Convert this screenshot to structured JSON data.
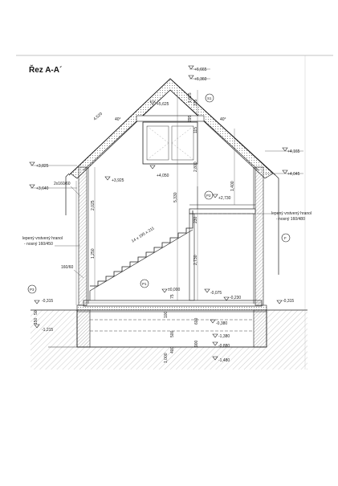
{
  "title": "Řez A-A´",
  "levels": {
    "ridge_top": "+6,665",
    "ridge": "+6,360",
    "collar": "+5,625",
    "eave_left_top": "+3,825",
    "eave_left_bottom": "+3,640",
    "eave_left_inner": "+3,925",
    "eave_right_top": "+4,165",
    "eave_right_bottom": "+4,045",
    "window_sill": "+4,050",
    "landing": "+2,730",
    "floor": "±0,000",
    "floor_right": "-0,075",
    "floor_right2": "-0,230",
    "terrain_left": "-0,315",
    "terrain_right": "-0,315",
    "foot_left": "-1,215",
    "foot_r1": "-0,380",
    "foot_r2": "-0,880",
    "foot_r3": "-1,380",
    "foot_r4": "-1,480"
  },
  "dimensions": {
    "rafter": "4,520",
    "roof_angle_left": "40°",
    "roof_angle_right": "40°",
    "d1625": "1,625",
    "d2025": "2,025",
    "d1250": "1,250",
    "d5330": "5,330",
    "d2800": "2,800",
    "d1400": "1,400",
    "d2730": "2,730",
    "d230": "230",
    "d115": "115",
    "d335": "335",
    "d295": "295",
    "d100": "100",
    "d500": "500",
    "d400": "400",
    "d600": "600",
    "d1000": "1,000",
    "d50": "50",
    "d150": "150",
    "d75": "75",
    "d900": "900"
  },
  "labels": {
    "stairs": "14 x 195 x 211",
    "beam_left_1": "lepený vrstvený hranol",
    "beam_left_2": "- nosný 160/450",
    "beam_right_1": "lepený vrstvený hranol",
    "beam_right_2": "- nosný 160/480",
    "post_left": "2x160/60",
    "post_small": "160/60",
    "tag_s1": "S1",
    "tag_p1": "P1",
    "tag_p2": "P2",
    "tag_p3": "P3",
    "tag_f": "F"
  },
  "colors": {
    "line": "#222222",
    "hatch": "#9a9a9a",
    "soil": "#b5b5b5",
    "insulation": "#777777"
  }
}
